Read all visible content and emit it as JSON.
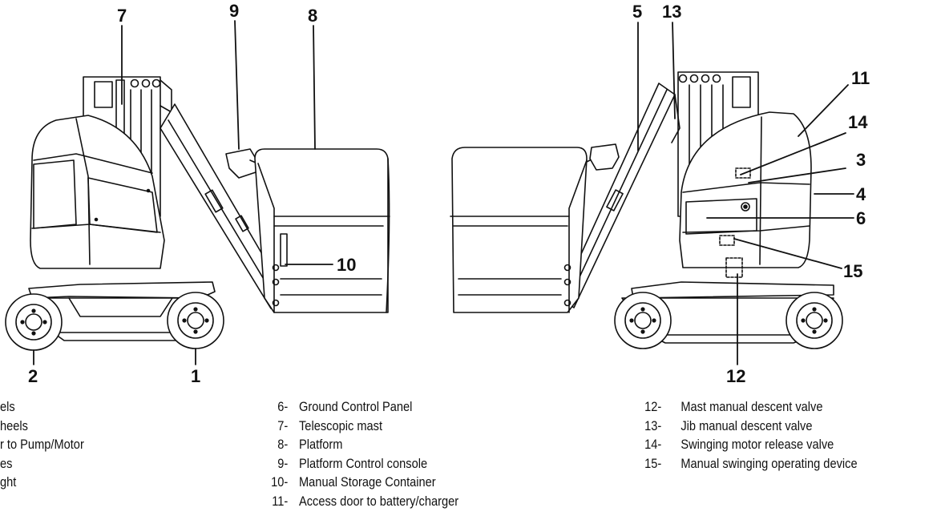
{
  "callouts": {
    "c1": "1",
    "c2": "2",
    "c3": "3",
    "c4": "4",
    "c5": "5",
    "c6": "6",
    "c7": "7",
    "c8": "8",
    "c9": "9",
    "c10": "10",
    "c11": "11",
    "c12": "12",
    "c13": "13",
    "c14": "14",
    "c15": "15"
  },
  "legend": {
    "col1": [
      {
        "num": "",
        "text": "els"
      },
      {
        "num": "",
        "text": "heels"
      },
      {
        "num": "",
        "text": "r to Pump/Motor"
      },
      {
        "num": "",
        "text": "es"
      },
      {
        "num": "",
        "text": "ght"
      }
    ],
    "col2": [
      {
        "num": "6-",
        "text": "Ground Control Panel"
      },
      {
        "num": "7-",
        "text": "Telescopic mast"
      },
      {
        "num": "8-",
        "text": "Platform"
      },
      {
        "num": "9-",
        "text": "Platform Control console"
      },
      {
        "num": "10-",
        "text": "Manual Storage Container"
      },
      {
        "num": "11-",
        "text": "Access door to battery/charger"
      }
    ],
    "col3": [
      {
        "num": "12-",
        "text": "Mast manual descent valve"
      },
      {
        "num": "13-",
        "text": "Jib manual descent valve"
      },
      {
        "num": "14-",
        "text": "Swinging motor release valve"
      },
      {
        "num": "15-",
        "text": "Manual swinging operating device"
      }
    ]
  }
}
